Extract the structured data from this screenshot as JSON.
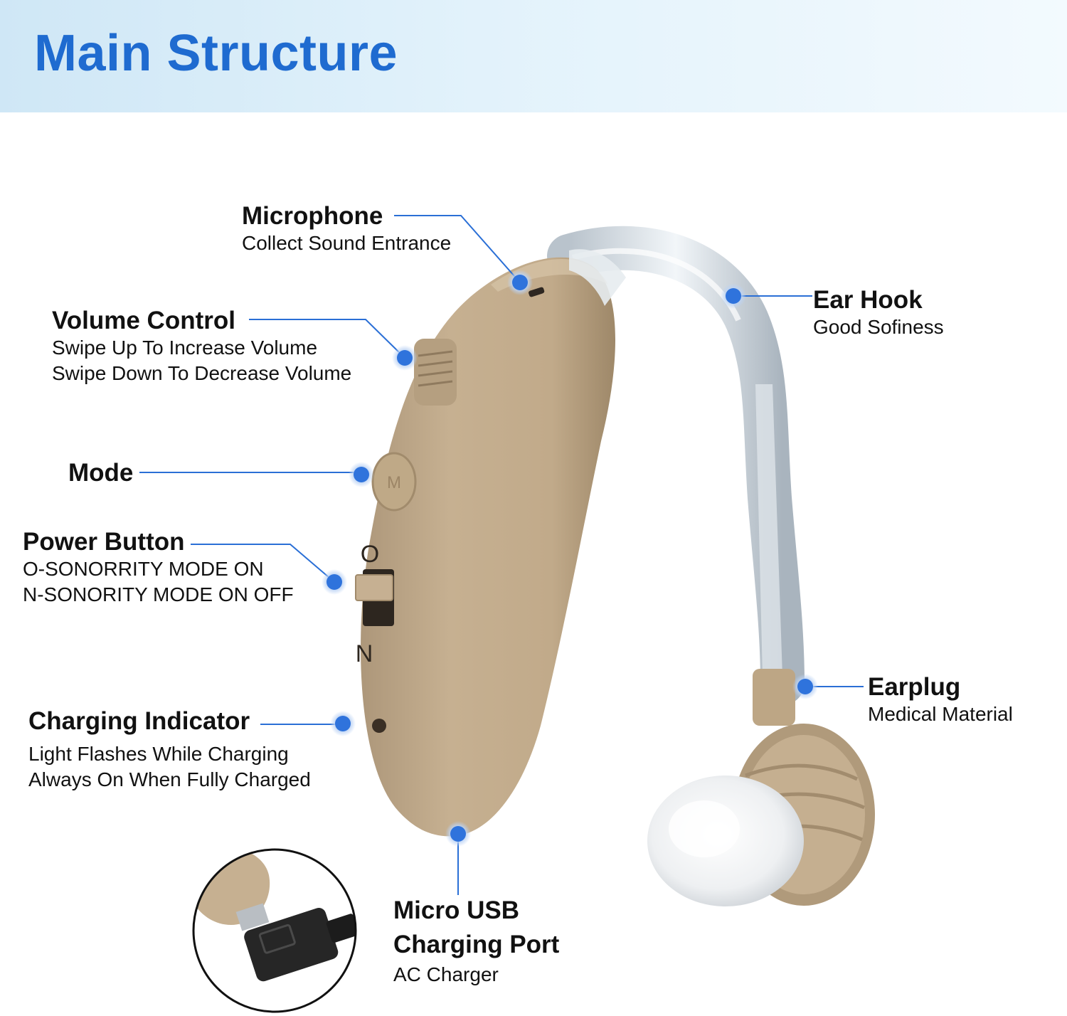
{
  "title": "Main Structure",
  "labels": {
    "microphone": {
      "title": "Microphone",
      "desc": [
        "Collect Sound Entrance"
      ]
    },
    "volume": {
      "title": "Volume Control",
      "desc": [
        "Swipe Up To Increase Volume",
        "Swipe Down To Decrease Volume"
      ]
    },
    "mode": {
      "title": "Mode"
    },
    "power": {
      "title": "Power Button",
      "desc": [
        "O-SONORRITY MODE ON",
        "N-SONORITY MODE ON OFF"
      ]
    },
    "charging": {
      "title": "Charging Indicator",
      "desc": [
        "Light Flashes While Charging",
        "Always On When Fully Charged"
      ]
    },
    "usb": {
      "title": [
        "Micro USB",
        "Charging Port"
      ],
      "desc": [
        "AC Charger"
      ]
    },
    "ear_hook": {
      "title": "Ear Hook",
      "desc": [
        "Good Sofiness"
      ]
    },
    "earplug": {
      "title": "Earplug",
      "desc": [
        "Medical Material"
      ]
    }
  },
  "device": {
    "switch_top_letter": "O",
    "switch_bottom_letter": "N",
    "mode_button_letter": "M"
  },
  "colors": {
    "title_blue": "#1f6bd0",
    "callout_blue": "#2a6fd6",
    "dot_fill": "#2f73dc",
    "body_beige": "#c4ae8e",
    "banner": "#d6ecf8"
  }
}
